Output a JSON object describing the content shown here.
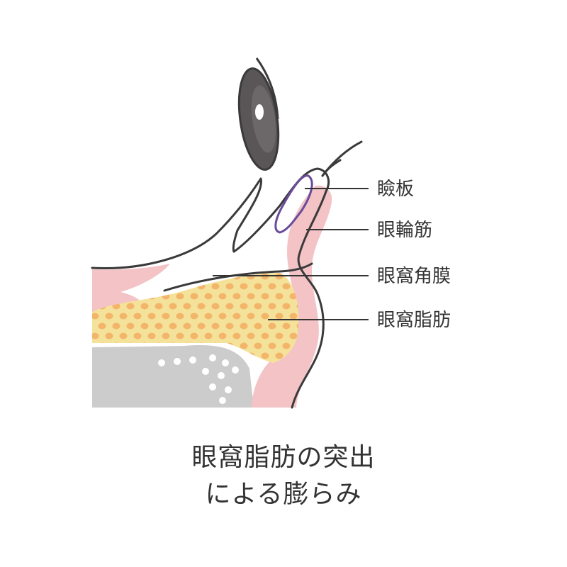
{
  "labels": {
    "tarsus": "瞼板",
    "orbicularis": "眼輪筋",
    "septum": "眼窩角膜",
    "fat": "眼窩脂肪"
  },
  "caption": {
    "line1": "眼窩脂肪の突出",
    "line2": "による膨らみ"
  },
  "colors": {
    "outline": "#3a3a3a",
    "muscle": "#f3c3c6",
    "fat": "#f5e29a",
    "fat_dots": "#f2b56a",
    "bone": "#cccccc",
    "eye": "#5a5556",
    "tarsus": "#6a4c9c"
  }
}
